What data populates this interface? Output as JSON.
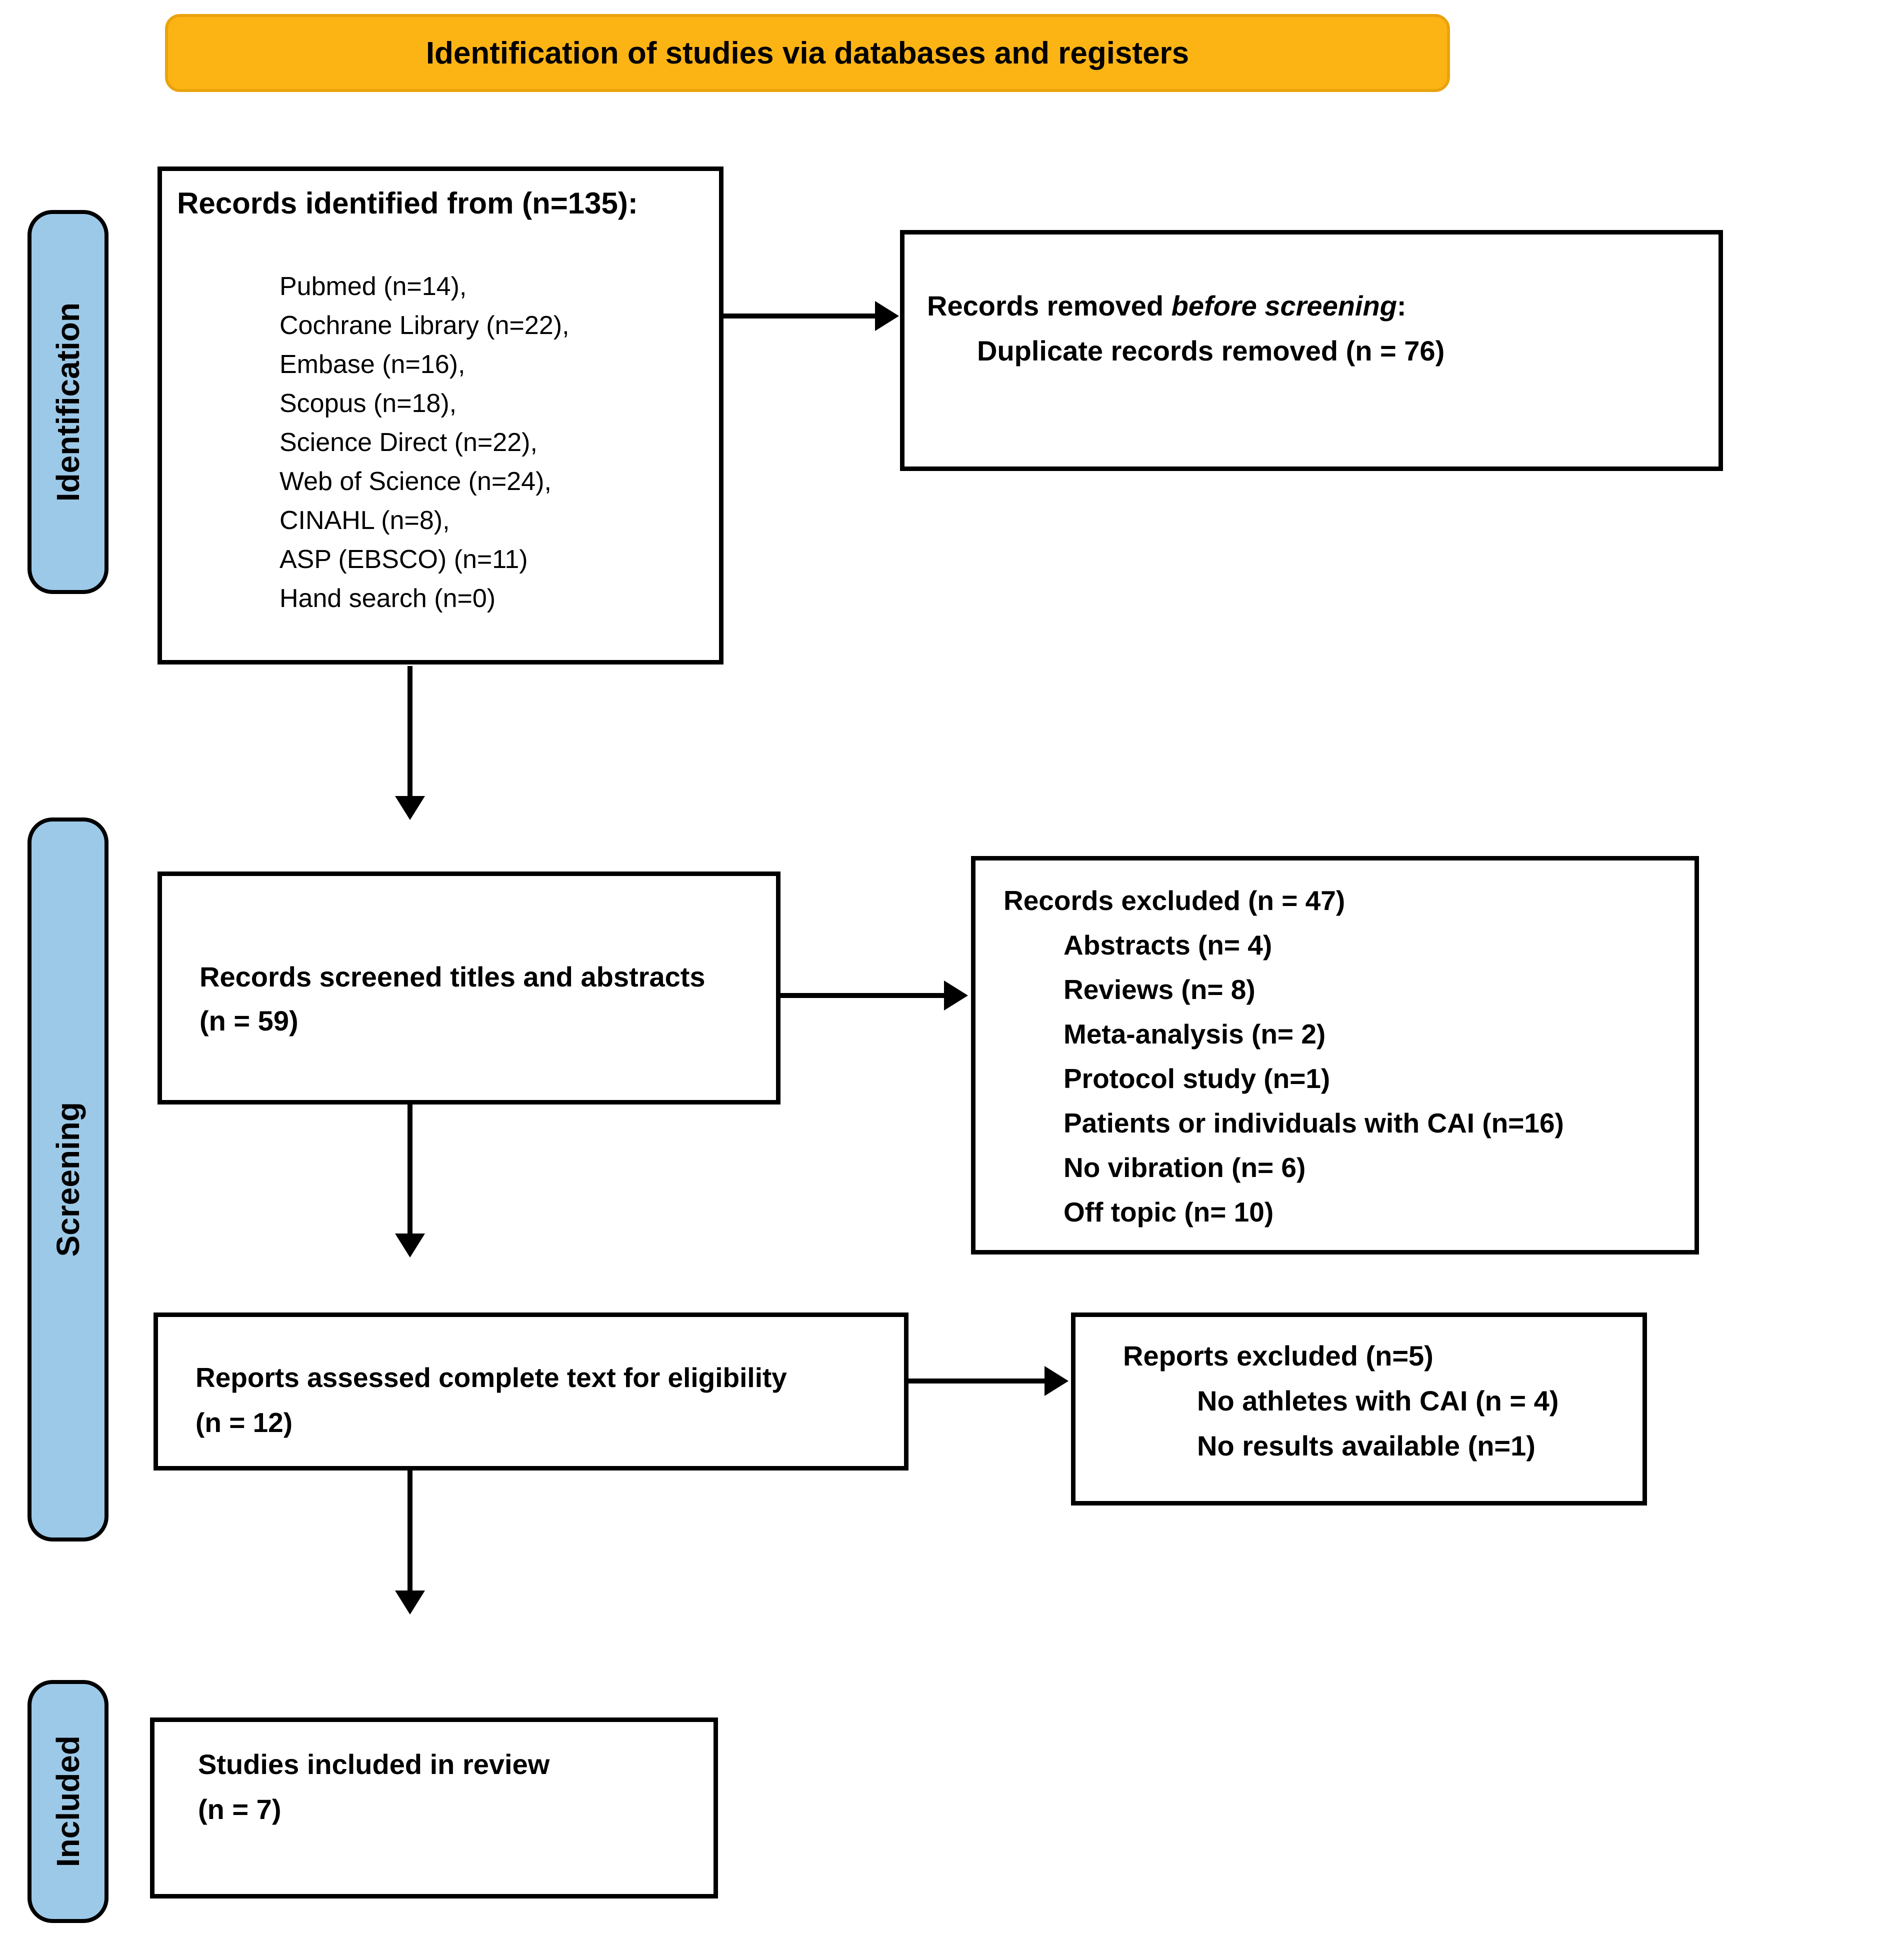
{
  "banner": {
    "label": "Identification of studies via databases and registers"
  },
  "stages": [
    {
      "label": "Identification"
    },
    {
      "label": "Screening"
    },
    {
      "label": "Included"
    }
  ],
  "boxes": {
    "records_identified": {
      "title": "Records identified from (n=135):",
      "items": [
        "Pubmed (n=14),",
        "Cochrane Library (n=22),",
        "Embase (n=16),",
        "Scopus (n=18),",
        "Science Direct (n=22),",
        "Web of Science (n=24),",
        "CINAHL (n=8),",
        "ASP (EBSCO) (n=11)",
        "Hand search (n=0)"
      ]
    },
    "records_removed": {
      "title_prefix": "Records removed ",
      "title_italic": "before screening",
      "title_suffix": ":",
      "items": [
        "Duplicate records removed (n = 76)"
      ]
    },
    "records_screened": {
      "line1": "Records screened titles and abstracts",
      "line2": "(n = 59)"
    },
    "records_excluded": {
      "title": "Records excluded (n = 47)",
      "items": [
        "Abstracts (n= 4)",
        "Reviews (n= 8)",
        "Meta-analysis (n= 2)",
        "Protocol study (n=1)",
        "Patients or individuals with CAI (n=16)",
        "No vibration (n= 6)",
        "Off topic (n= 10)"
      ]
    },
    "reports_assessed": {
      "line1": "Reports assessed complete text for eligibility",
      "line2": "(n = 12)"
    },
    "reports_excluded": {
      "title": "Reports excluded (n=5)",
      "items": [
        "No athletes with CAI (n = 4)",
        "No results available (n=1)"
      ]
    },
    "studies_included": {
      "line1": "Studies included in review",
      "line2": "(n = 7)"
    }
  },
  "colors": {
    "banner_fill": "#FCB415",
    "banner_border": "#E9A30B",
    "stage_fill": "#9DC9E8",
    "ink": "#000000"
  }
}
